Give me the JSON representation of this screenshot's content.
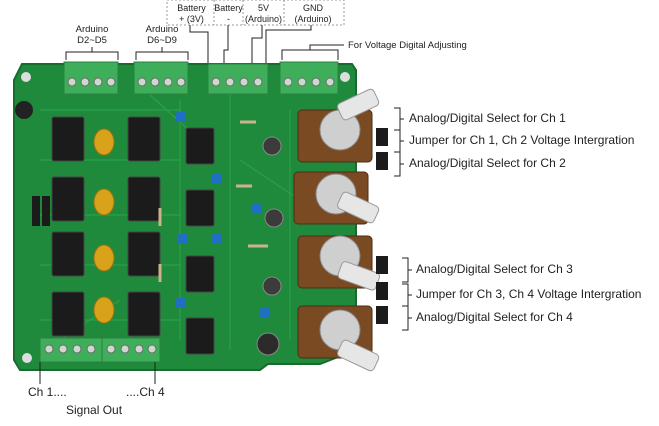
{
  "top_labels": {
    "battery_plus": [
      "Battery",
      "+ (3V)"
    ],
    "battery_minus": [
      "Battery",
      "-"
    ],
    "five_volt": [
      "5V",
      "(Arduino)"
    ],
    "gnd": [
      "GND",
      "(Arduino)"
    ]
  },
  "terminal_labels": {
    "arduino_d2_d5": [
      "Arduino",
      "D2~D5"
    ],
    "arduino_d6_d9": [
      "Arduino",
      "D6~D9"
    ],
    "voltage_adjust": "For Voltage Digital Adjusting"
  },
  "right_labels": {
    "ch1_select": "Analog/Digital Select for Ch 1",
    "ch12_jumper": "Jumper for Ch 1, Ch 2 Voltage Intergration",
    "ch2_select": "Analog/Digital Select for Ch 2",
    "ch3_select": "Analog/Digital Select for Ch 3",
    "ch34_jumper": "Jumper for Ch 3, Ch 4 Voltage Intergration",
    "ch4_select": "Analog/Digital Select for Ch 4"
  },
  "bottom_labels": {
    "ch1": "Ch 1....",
    "ch4": "....Ch 4",
    "signal_out": "Signal Out"
  },
  "colors": {
    "pcb": "#1f8a3c",
    "pcb_edge": "#166b2d",
    "terminal": "#3fae5a",
    "ic": "#1b1b1b",
    "capacitor_yellow": "#d8a21a",
    "capacitor_blue": "#1f6fc2",
    "pot_body": "#d9d9d9",
    "pot_base": "#7a4a22",
    "lines": "#222222",
    "dashed": "#888888"
  }
}
